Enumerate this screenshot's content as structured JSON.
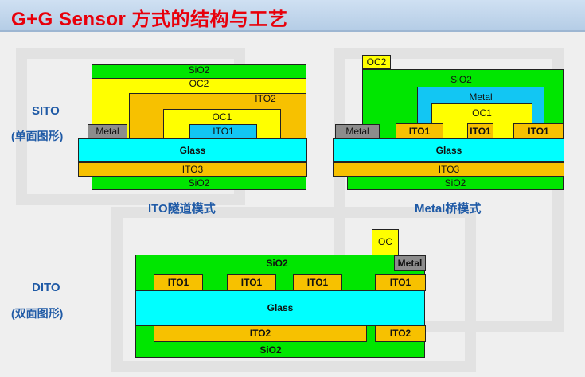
{
  "title": "G+G Sensor 方式的结构与工艺",
  "sito": {
    "label": "SITO",
    "sub": "(单面图形)",
    "ito_bridge": {
      "caption": "ITO隧道模式",
      "layers": {
        "sio2_top": "SiO2",
        "oc2": "OC2",
        "ito2": "ITO2",
        "oc1": "OC1",
        "ito1": "ITO1",
        "metal": "Metal",
        "glass": "Glass",
        "ito3": "ITO3",
        "sio2_bottom": "SiO2"
      }
    },
    "metal_bridge": {
      "caption": "Metal桥模式",
      "layers": {
        "oc2": "OC2",
        "sio2_top": "SiO2",
        "metal_bridge": "Metal",
        "oc1": "OC1",
        "ito1_a": "ITO1",
        "ito1_b": "ITO1",
        "ito1_c": "ITO1",
        "metal": "Metal",
        "glass": "Glass",
        "ito3": "ITO3",
        "sio2_bottom": "SiO2"
      }
    }
  },
  "dito": {
    "label": "DITO",
    "sub": "(双面图形)",
    "layers": {
      "oc": "OC",
      "sio2_top": "SiO2",
      "metal": "Metal",
      "ito1_a": "ITO1",
      "ito1_b": "ITO1",
      "ito1_c": "ITO1",
      "ito1_d": "ITO1",
      "glass": "Glass",
      "ito2_a": "ITO2",
      "ito2_b": "ITO2",
      "sio2_bottom": "SiO2"
    }
  },
  "colors": {
    "sio2": "#00e600",
    "oc": "#ffff00",
    "ito": "#f7c100",
    "glass": "#00ffff",
    "metal_bridge": "#12c6f3",
    "metal": "#8c8c8c",
    "title": "#e8000b",
    "label": "#1f5aa6"
  }
}
